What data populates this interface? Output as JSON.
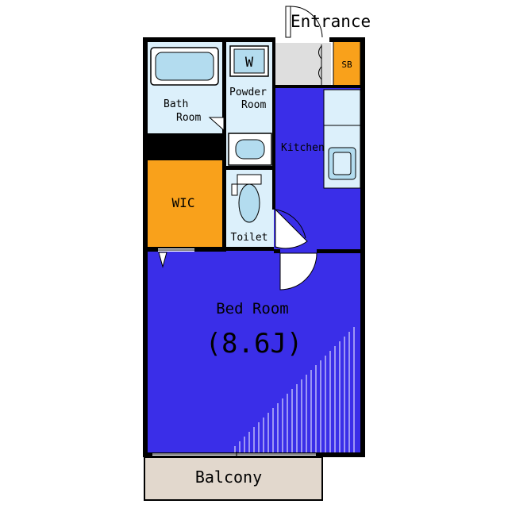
{
  "floor_plan": {
    "labels": {
      "entrance": "Entrance",
      "shoe_box": "SB",
      "washer": "W",
      "bath_line1": "Bath",
      "bath_line2": "Room",
      "powder_line1": "Powder",
      "powder_line2": "Room",
      "kitchen": "Kitchen",
      "wic": "WIC",
      "toilet": "Toilet",
      "bedroom": "Bed Room",
      "bedroom_size": "(8.6J)",
      "balcony": "Balcony"
    },
    "colors": {
      "wall": "#000000",
      "bedroom": "#3a2ee8",
      "wet_area": "#dcf0fb",
      "closet": "#f9a11b",
      "entrance_floor": "#dedede",
      "balcony": "#e2d8cd",
      "fixture": "#b3dcef",
      "white": "#ffffff"
    }
  }
}
